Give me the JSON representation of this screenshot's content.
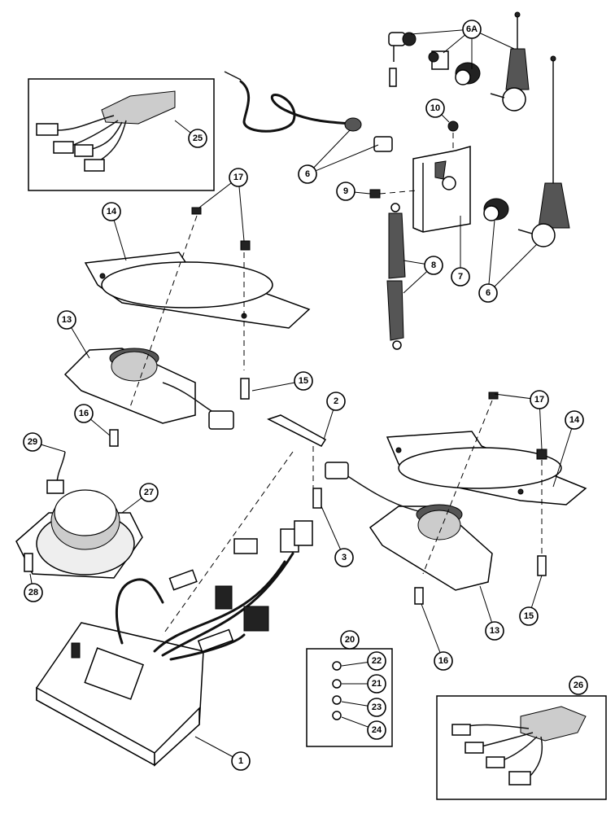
{
  "callouts": {
    "c1": "1",
    "c2": "2",
    "c3": "3",
    "c6a": "6A",
    "c6b": "6",
    "c6c": "6",
    "c7": "7",
    "c8": "8",
    "c9": "9",
    "c10": "10",
    "c13a": "13",
    "c13b": "13",
    "c14a": "14",
    "c14b": "14",
    "c15a": "15",
    "c15b": "15",
    "c16a": "16",
    "c16b": "16",
    "c17a": "17",
    "c17b": "17",
    "c20": "20",
    "c21": "21",
    "c22": "22",
    "c23": "23",
    "c24": "24",
    "c25": "25",
    "c26": "26",
    "c27": "27",
    "c28": "28",
    "c29": "29"
  }
}
